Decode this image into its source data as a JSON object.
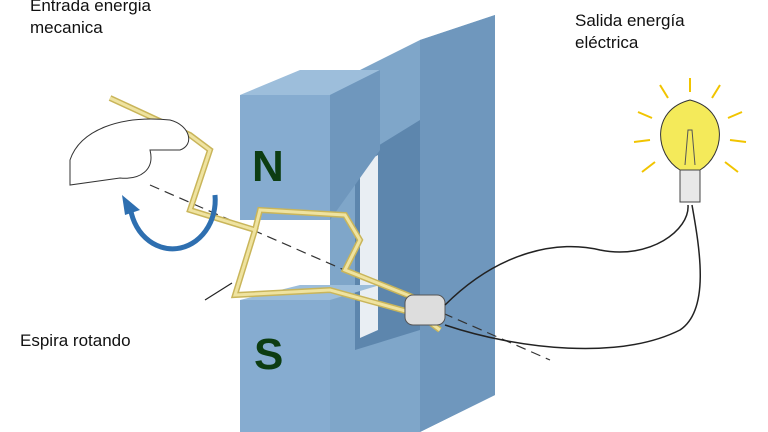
{
  "labels": {
    "input_line1": "Entrada energia",
    "input_line2": "mecanica",
    "output_line1": "Salida energía",
    "output_line2": "eléctrica",
    "loop": "Espira rotando",
    "north": "N",
    "south": "S"
  },
  "colors": {
    "magnet": "#7fa6c9",
    "magnet_dark": "#5d86ad",
    "pole_text": "#0d3d12",
    "wire": "#e8d98a",
    "arrow": "#2e6fb0",
    "bulb": "#f4ea5a"
  }
}
